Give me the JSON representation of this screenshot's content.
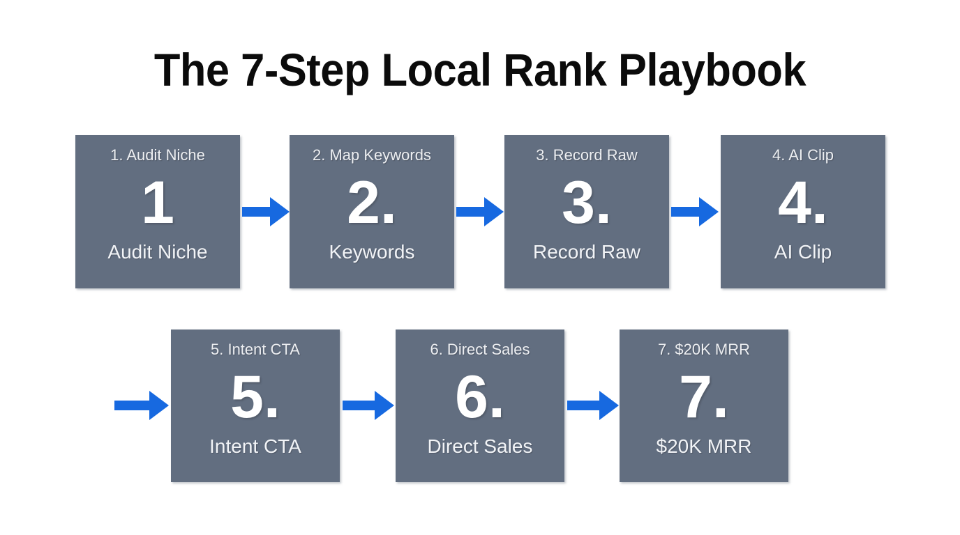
{
  "title": "The 7-Step Local Rank Playbook",
  "colors": {
    "background": "#ffffff",
    "box_fill": "#626E80",
    "arrow_blue": "#1769E0",
    "title_text": "#0b0b0b",
    "box_text": "#ffffff"
  },
  "diagram": {
    "type": "process-flow",
    "rows": 2,
    "steps": [
      {
        "index": 1,
        "top_label": "1. Audit Niche",
        "number": "1",
        "bottom_label": "Audit Niche"
      },
      {
        "index": 2,
        "top_label": "2. Map Keywords",
        "number": "2.",
        "bottom_label": "Keywords"
      },
      {
        "index": 3,
        "top_label": "3. Record Raw",
        "number": "3.",
        "bottom_label": "Record Raw"
      },
      {
        "index": 4,
        "top_label": "4. AI Clip",
        "number": "4.",
        "bottom_label": "AI Clip"
      },
      {
        "index": 5,
        "top_label": "5. Intent CTA",
        "number": "5.",
        "bottom_label": "Intent CTA"
      },
      {
        "index": 6,
        "top_label": "6. Direct Sales",
        "number": "6.",
        "bottom_label": "Direct Sales"
      },
      {
        "index": 7,
        "top_label": "7. $20K MRR",
        "number": "7.",
        "bottom_label": "$20K MRR"
      }
    ],
    "connectors": [
      {
        "name": "arrow-1-to-2",
        "from": 1,
        "to": 2
      },
      {
        "name": "arrow-2-to-3",
        "from": 2,
        "to": 3
      },
      {
        "name": "arrow-3-to-4",
        "from": 3,
        "to": 4
      },
      {
        "name": "arrow-4-to-5",
        "from": 4,
        "to": 5
      },
      {
        "name": "arrow-5-to-6",
        "from": 5,
        "to": 6
      },
      {
        "name": "arrow-6-to-7",
        "from": 6,
        "to": 7
      }
    ]
  }
}
